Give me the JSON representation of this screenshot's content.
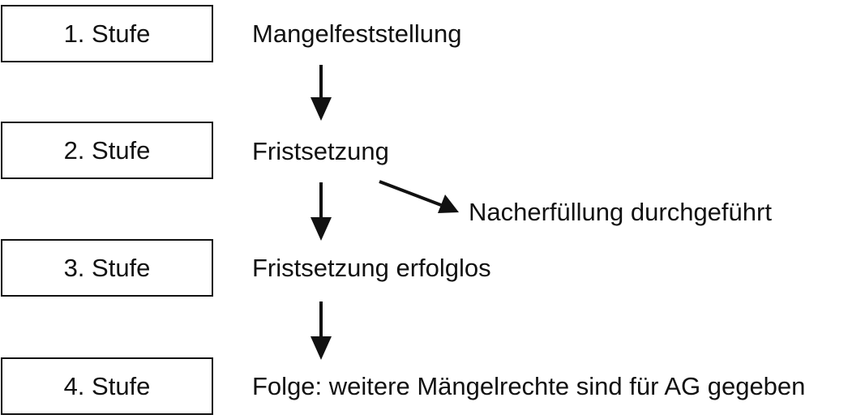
{
  "stages": [
    {
      "label": "1. Stufe",
      "text": "Mangelfeststellung"
    },
    {
      "label": "2. Stufe",
      "text": "Fristsetzung"
    },
    {
      "label": "3. Stufe",
      "text": "Fristsetzung erfolglos"
    },
    {
      "label": "4. Stufe",
      "text": "Folge: weitere Mängelrechte sind für AG gegeben"
    }
  ],
  "branch": {
    "text": "Nacherfüllung durchgeführt"
  },
  "colors": {
    "ink": "#111111",
    "background": "#ffffff"
  }
}
